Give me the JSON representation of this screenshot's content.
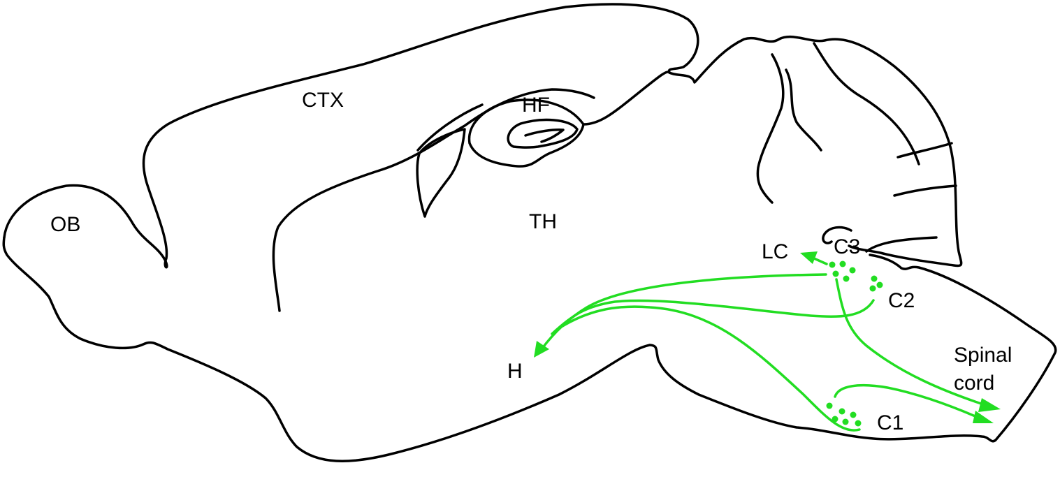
{
  "title": "Mouse brain sagittal section with C1, C2, C3 adrenergic cell group projections",
  "colors": {
    "outline": "#000000",
    "projection": "#22dd22"
  },
  "labels": {
    "ob": "OB",
    "ctx": "CTX",
    "hf": "HF",
    "th": "TH",
    "lc": "LC",
    "c3": "C3",
    "c2": "C2",
    "c1": "C1",
    "h": "H",
    "spinal_line1": "Spinal",
    "spinal_line2": "cord"
  }
}
